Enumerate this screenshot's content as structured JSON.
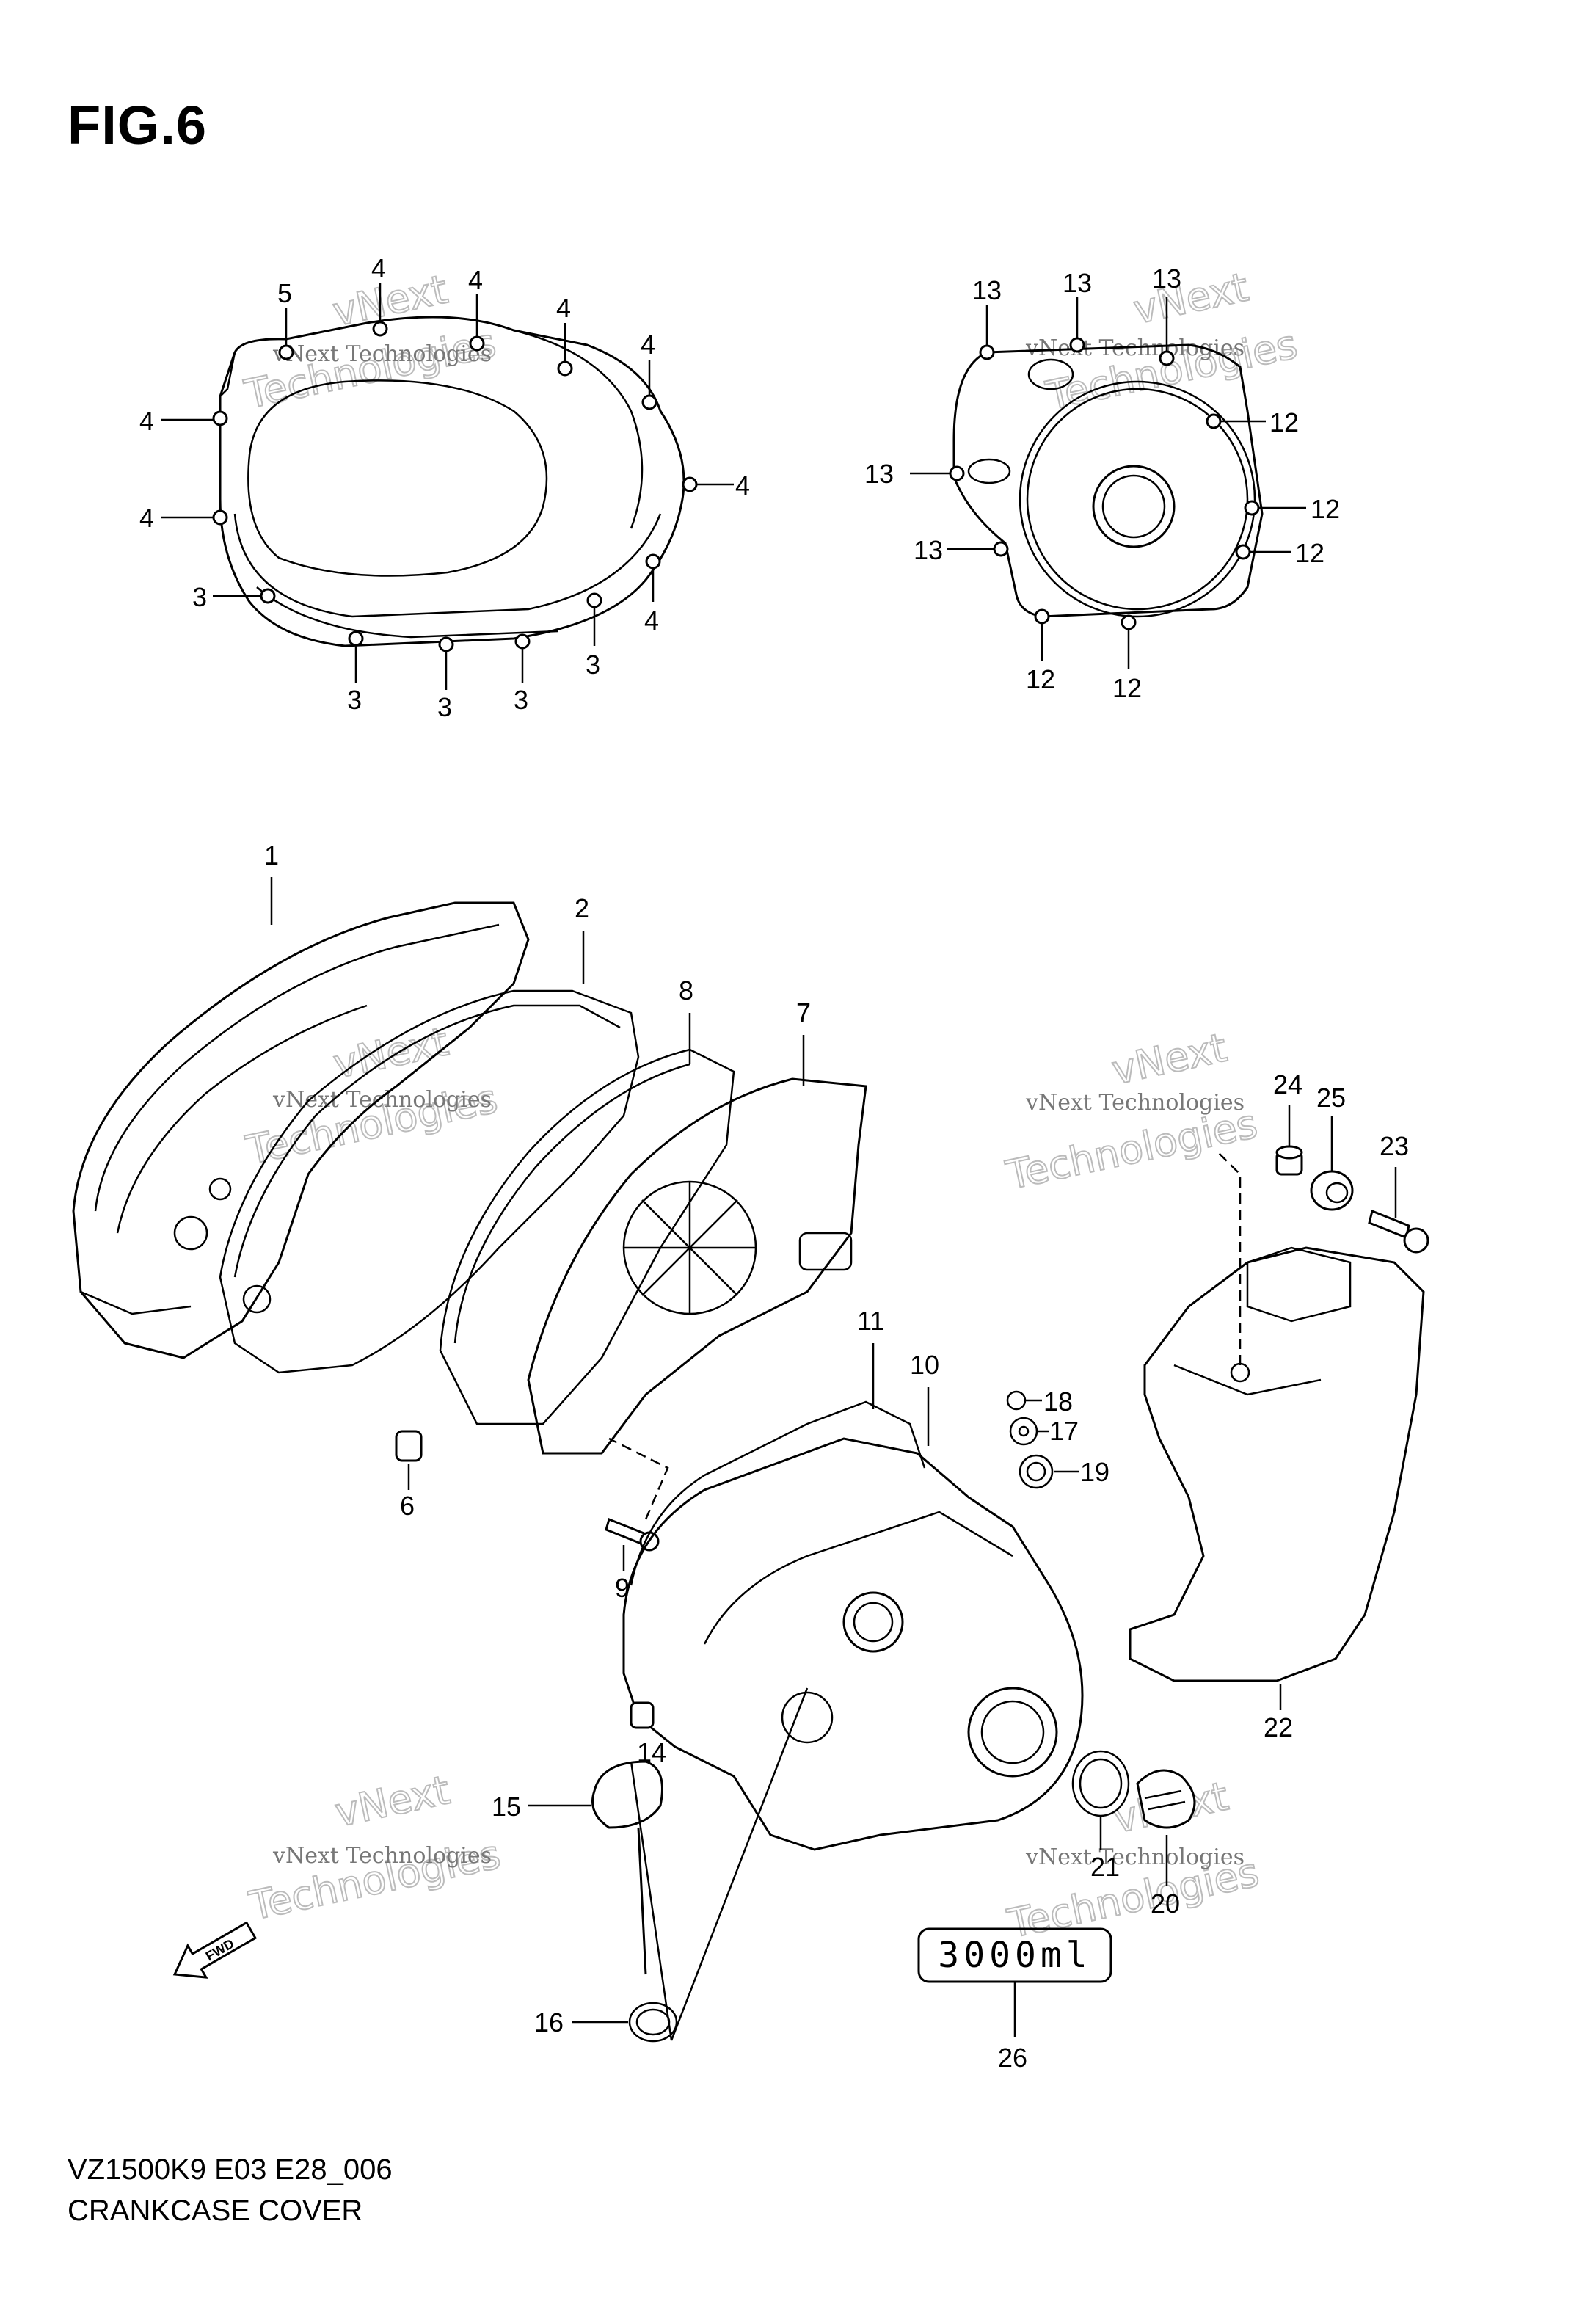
{
  "figure": {
    "title": "FIG.6",
    "model_code": "VZ1500K9 E03 E28_006",
    "section_name": "CRANKCASE COVER"
  },
  "watermark": {
    "line1": "vNext Technologies",
    "line2": "vNext",
    "line3": "Technologies"
  },
  "capacity_label": "3000ml",
  "fwd_label": "FWD",
  "part_labels": {
    "p1": "1",
    "p2": "2",
    "p3": "3",
    "p4": "4",
    "p5": "5",
    "p6": "6",
    "p7": "7",
    "p8": "8",
    "p9": "9",
    "p10": "10",
    "p11": "11",
    "p12": "12",
    "p13": "13",
    "p14": "14",
    "p15": "15",
    "p16": "16",
    "p17": "17",
    "p18": "18",
    "p19": "19",
    "p20": "20",
    "p21": "21",
    "p22": "22",
    "p23": "23",
    "p24": "24",
    "p25": "25",
    "p26": "26"
  }
}
